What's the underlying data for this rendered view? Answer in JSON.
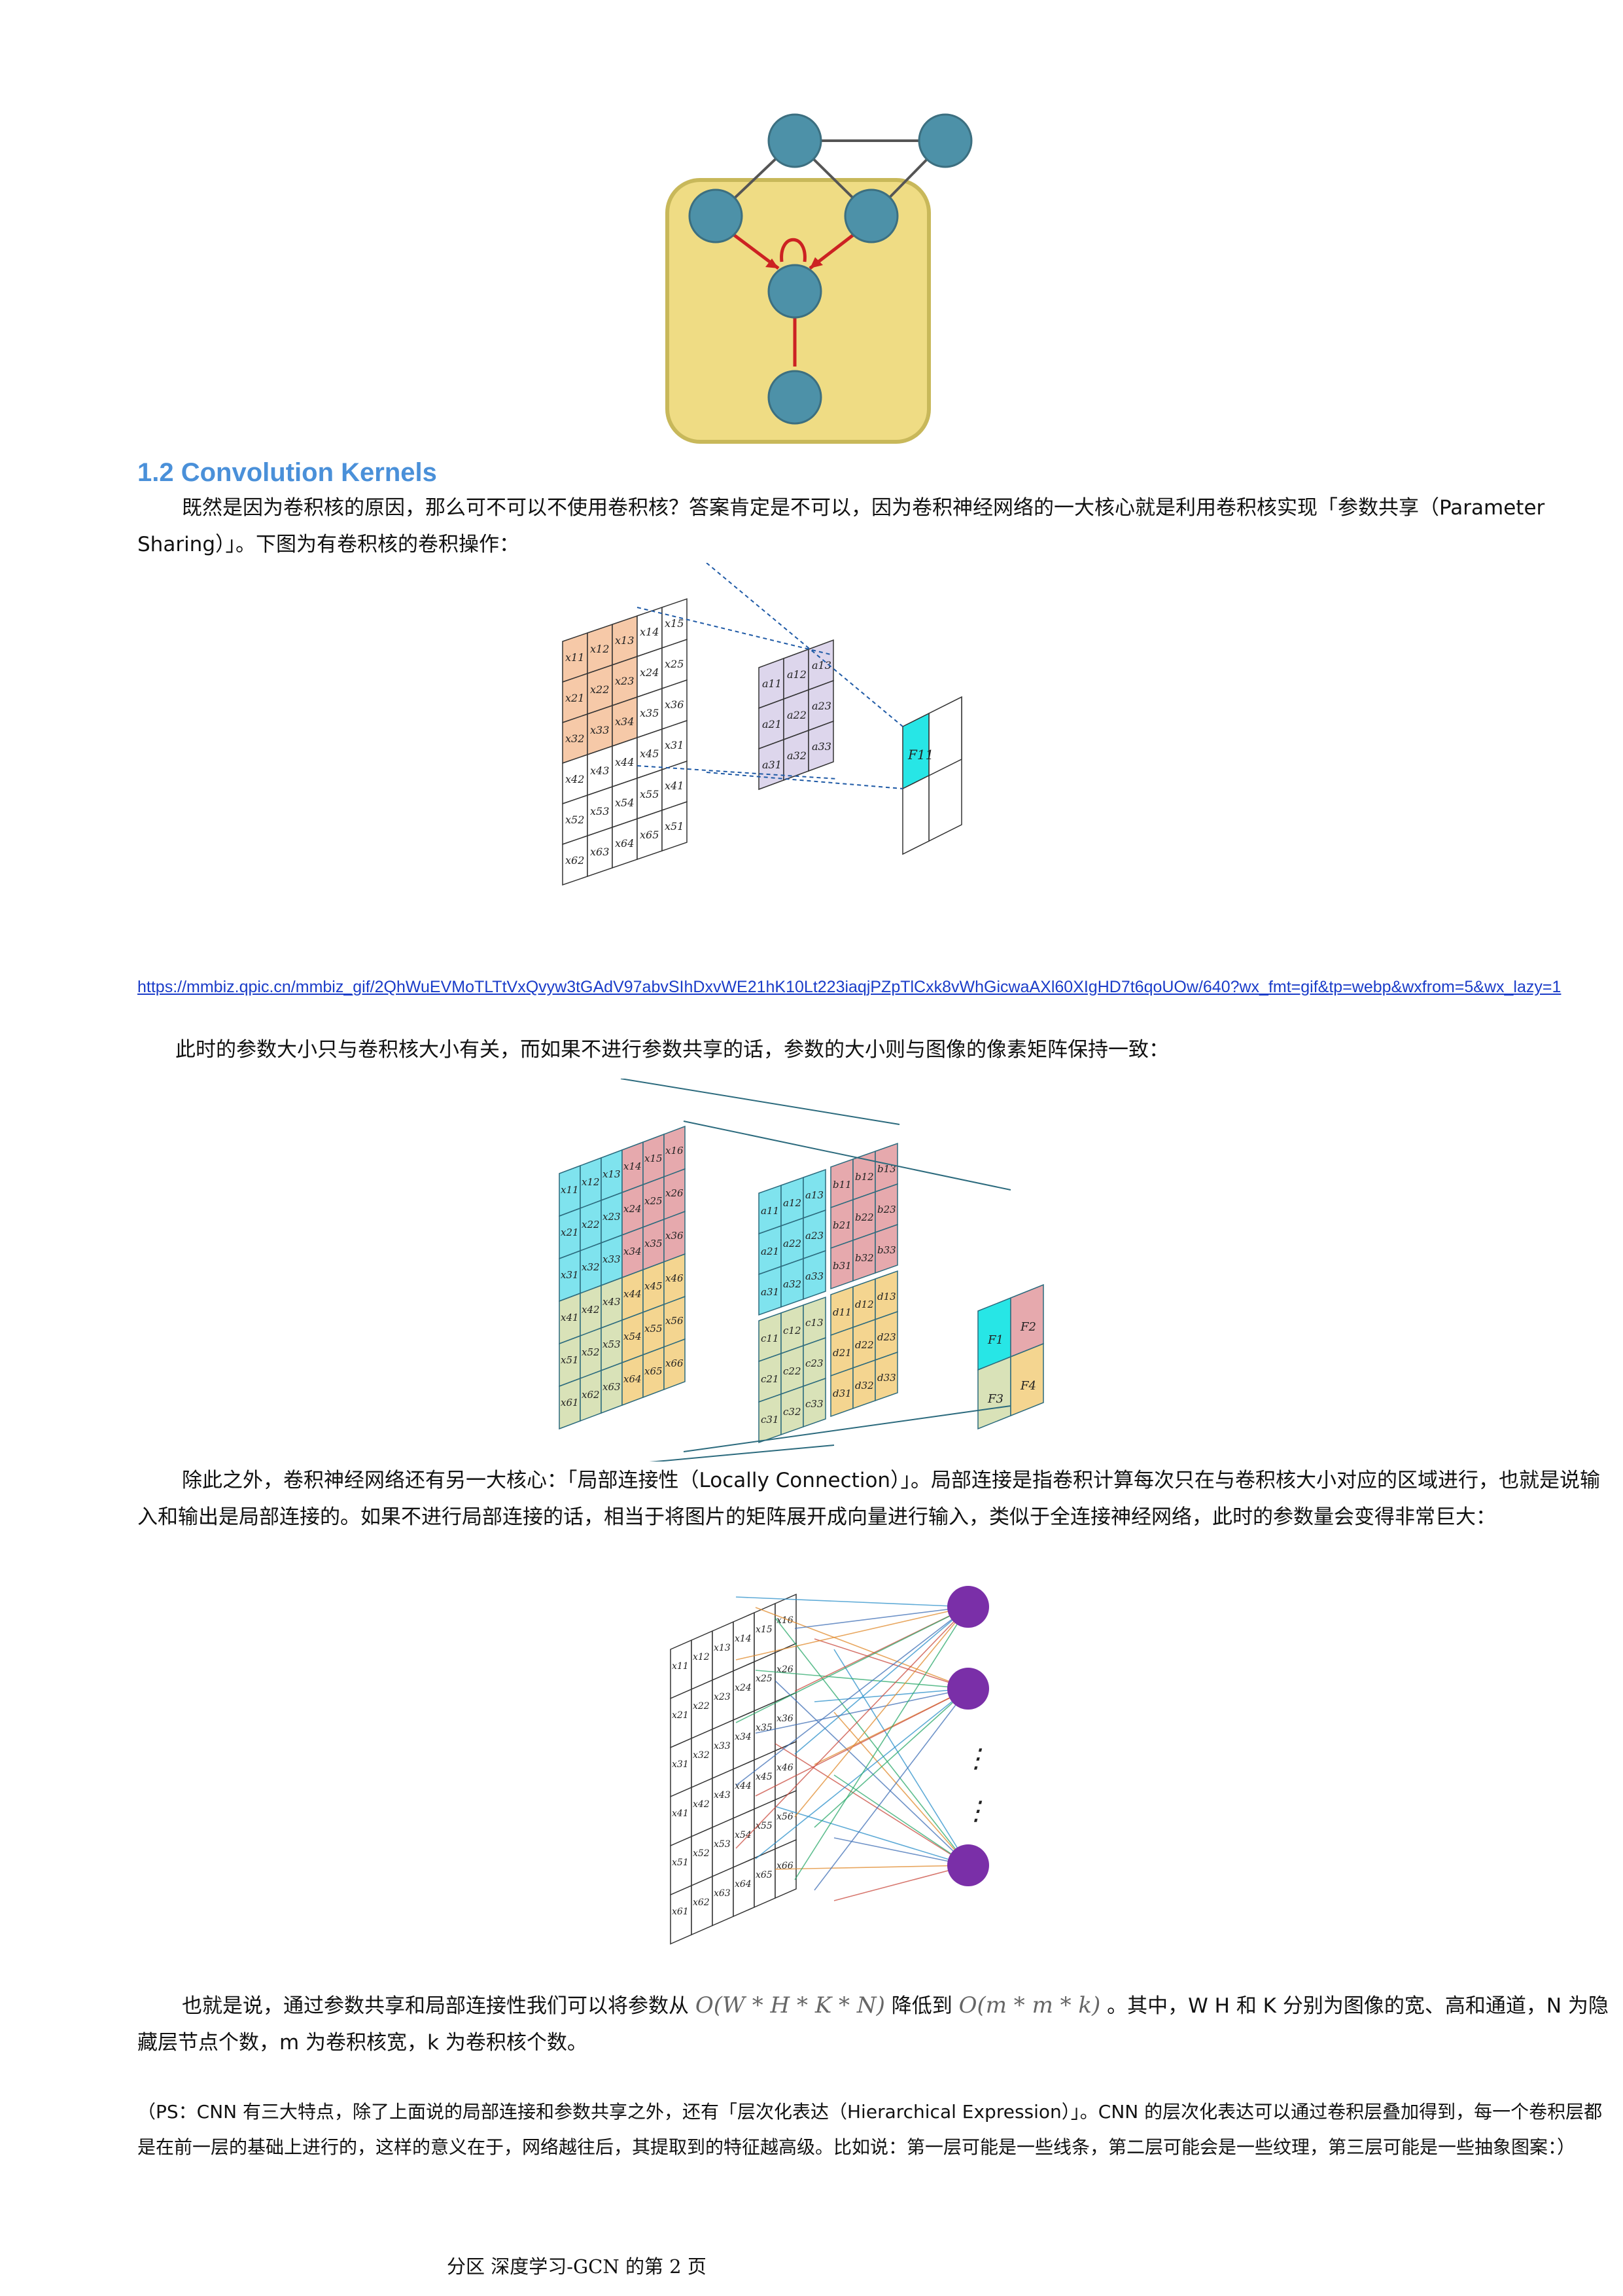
{
  "section": {
    "heading": "1.2 Convolution Kernels"
  },
  "paragraphs": {
    "p1": "既然是因为卷积核的原因，那么可不可以不使用卷积核？答案肯定是不可以，因为卷积神经网络的一大核心就是利用卷积核实现「参数共享（Parameter Sharing）」。下图为有卷积核的卷积操作：",
    "link": "https://mmbiz.qpic.cn/mmbiz_gif/2QhWuEVMoTLTtVxQvyw3tGAdV97abvSIhDxvWE21hK10Lt223iaqjPZpTlCxk8vWhGicwaAXl60XIgHD7t6qoUOw/640?wx_fmt=gif&tp=webp&wxfrom=5&wx_lazy=1",
    "p2": "此时的参数大小只与卷积核大小有关，而如果不进行参数共享的话，参数的大小则与图像的像素矩阵保持一致：",
    "p3": "除此之外，卷积神经网络还有另一大核心：「局部连接性（Locally Connection）」。局部连接是指卷积计算每次只在与卷积核大小对应的区域进行，也就是说输入和输出是局部连接的。如果不进行局部连接的话，相当于将图片的矩阵展开成向量进行输入，类似于全连接神经网络，此时的参数量会变得非常巨大：",
    "p4_a": "也就是说，通过参数共享和局部连接性我们可以将参数从",
    "p4_f1": "O(W * H * K * N)",
    "p4_b": "降低到",
    "p4_f2": "O(m * m * k)",
    "p4_c": "。其中，W H 和 K 分别为图像的宽、高和通道，N 为隐藏层节点个数，m 为卷积核宽，k 为卷积核个数。",
    "ps": "（PS：CNN 有三大特点，除了上面说的局部连接和参数共享之外，还有「层次化表达（Hierarchical Expression）」。CNN 的层次化表达可以通过卷积层叠加得到，每一个卷积层都是在前一层的基础上进行的，这样的意义在于，网络越往后，其提取到的特征越高级。比如说：第一层可能是一些线条，第二层可能会是一些纹理，第三层可能是一些抽象图案：）"
  },
  "fig2": {
    "input_labels": [
      "x15",
      "x14",
      "x13",
      "x12",
      "x11",
      "x25",
      "x24",
      "x23",
      "x22",
      "x21",
      "x36",
      "x35",
      "x34",
      "x33",
      "x32",
      "x31",
      "x45",
      "x44",
      "x43",
      "x42",
      "x41",
      "x55",
      "x54",
      "x53",
      "x52",
      "x51",
      "x65",
      "x64",
      "x63",
      "x62",
      "x61"
    ],
    "kernel_labels": [
      "a13",
      "a12",
      "a11",
      "a23",
      "a22",
      "a21",
      "a33",
      "a32",
      "a31"
    ],
    "output_label": "F11"
  },
  "fig3": {
    "input_labels": [
      "x16",
      "x15",
      "x14",
      "x13",
      "x12",
      "x11",
      "x26",
      "x25",
      "x24",
      "x23",
      "x22",
      "x21",
      "x36",
      "x35",
      "x34",
      "x33",
      "x32",
      "x31",
      "x46",
      "x45",
      "x44",
      "x43",
      "x42",
      "x41",
      "x56",
      "x55",
      "x54",
      "x53",
      "x52",
      "x51",
      "x66",
      "x65",
      "x64",
      "x63",
      "x62",
      "x61"
    ],
    "kernel_a": [
      "a13",
      "a12",
      "a11",
      "a23",
      "a22",
      "a21",
      "a33",
      "a32",
      "a31"
    ],
    "kernel_b": [
      "b13",
      "b12",
      "b11",
      "b23",
      "b22",
      "b21",
      "b33",
      "b32",
      "b31"
    ],
    "kernel_c": [
      "c13",
      "c12",
      "c11",
      "c23",
      "c22",
      "c21",
      "c33",
      "c32",
      "c31"
    ],
    "kernel_d": [
      "d13",
      "d12",
      "d11",
      "d23",
      "d22",
      "d21",
      "d33",
      "d32",
      "d31"
    ],
    "outputs": [
      "F1",
      "F2",
      "F3",
      "F4"
    ]
  },
  "fig4": {
    "input_labels": [
      "x16",
      "x15",
      "x14",
      "x13",
      "x12",
      "x11",
      "x26",
      "x25",
      "x24",
      "x23",
      "x22",
      "x21",
      "x36",
      "x35",
      "x34",
      "x33",
      "x32",
      "x31",
      "x46",
      "x45",
      "x44",
      "x43",
      "x42",
      "x41",
      "x56",
      "x55",
      "x54",
      "x53",
      "x52",
      "x51",
      "x66",
      "x65",
      "x64",
      "x63",
      "x62",
      "x61"
    ],
    "ellipsis": "⋮"
  },
  "colors": {
    "heading": "#4a90d9",
    "node": "#4d91a8",
    "yellow_box": "#efdc84",
    "arrow": "#cc2222",
    "kernel": "#ddd6ec",
    "output": "#27e6e6",
    "neuron": "#7a2fa8"
  },
  "footer": {
    "text": "分区 深度学习-GCN 的第 2 页"
  }
}
